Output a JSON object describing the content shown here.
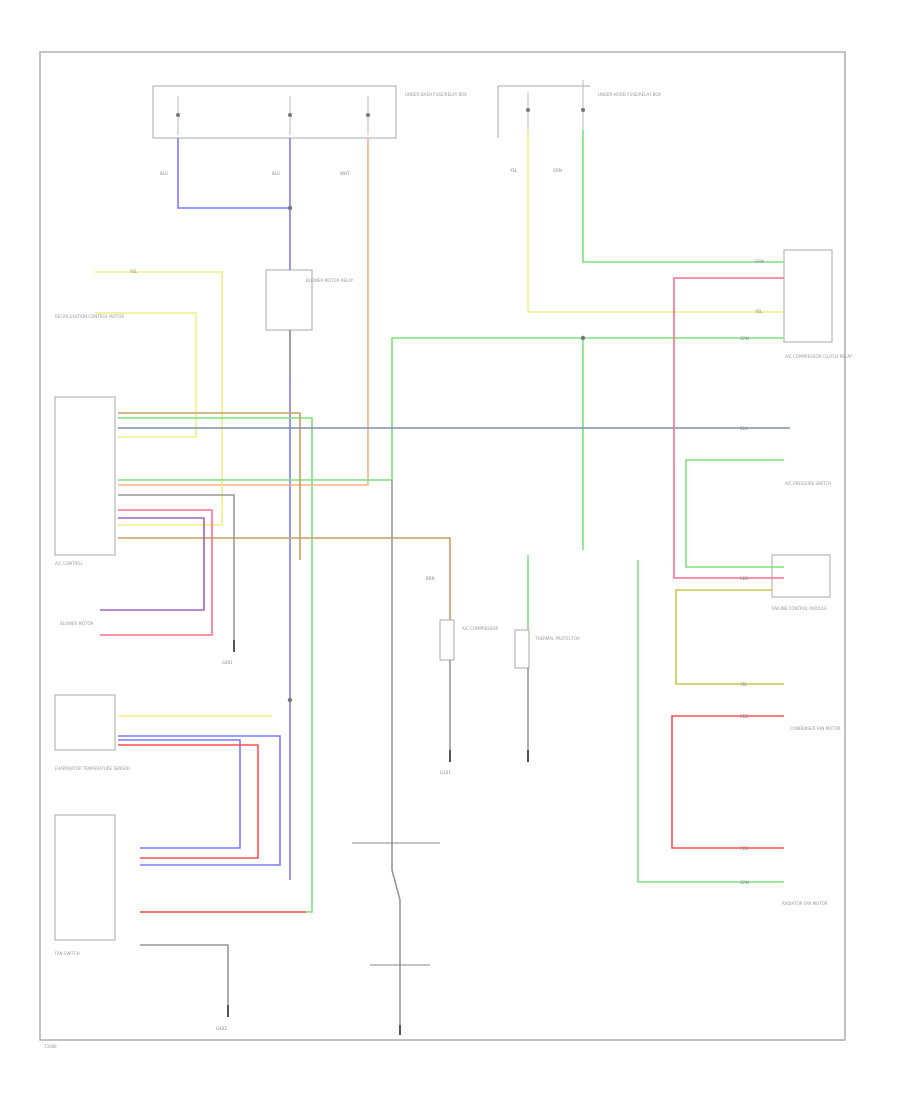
{
  "diagram": {
    "page_id": "73088",
    "colors": {
      "blue": "#7b7bff",
      "yellow": "#f0f080",
      "yellow_dark": "#c8c850",
      "green": "#7fe07f",
      "orange": "#ffb080",
      "pink": "#ff6f8f",
      "brown": "#c8a060",
      "violet": "#a060c0",
      "gray": "#888888",
      "red": "#ff5050",
      "blueblack": "#8090b0"
    },
    "labels": {
      "fuse_box_left": "UNDER-DASH FUSE/RELAY BOX",
      "fuse_box_right": "UNDER-HOOD FUSE/RELAY BOX",
      "blower_relay": "BLOWER MOTOR RELAY",
      "hvac_control": "A/C CONTROL",
      "blower_motor": "BLOWER MOTOR",
      "ac_pressure_switch": "A/C PRESSURE SWITCH",
      "compressor_relay": "A/C COMPRESSOR CLUTCH RELAY",
      "ecm": "ENGINE CONTROL MODULE",
      "ac_compressor": "A/C COMPRESSOR",
      "thermal_protector": "THERMAL PROTECTOR",
      "condenser_fan": "CONDENSER FAN MOTOR",
      "radiator_fan": "RADIATOR FAN MOTOR",
      "evap_sensor": "EVAPORATOR TEMPERATURE SENSOR",
      "recirc_motor": "RECIRCULATION CONTROL MOTOR",
      "fan_switch": "FAN SWITCH",
      "ground_1": "G401",
      "ground_2": "G101",
      "ground_3": "G402"
    },
    "wire_codes": {
      "yel": "YEL",
      "blu": "BLU",
      "blk": "BLK",
      "grn": "GRN",
      "red": "RED",
      "wht": "WHT",
      "brn": "BRN"
    }
  }
}
